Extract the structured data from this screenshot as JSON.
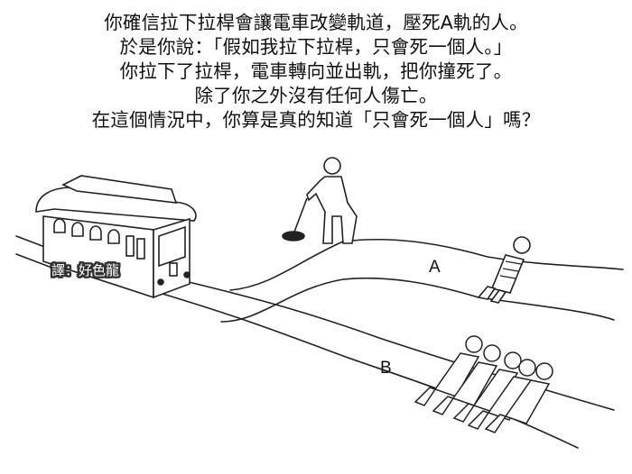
{
  "caption": {
    "lines": [
      "你確信拉下拉桿會讓電車改變軌道，壓死A軌的人。",
      "於是你說：「假如我拉下拉桿，只會死一個人。」",
      "你拉下了拉桿，電車轉向並出軌，把你撞死了。",
      "除了你之外沒有任何人傷亡。",
      "在這個情況中，你算是真的知道「只會死一個人」嗎？"
    ]
  },
  "illustration": {
    "track_labels": {
      "a": "A",
      "b": "B"
    },
    "credit": "譯：好色龍",
    "people_on_track_a": 1,
    "people_on_track_b": 5
  }
}
